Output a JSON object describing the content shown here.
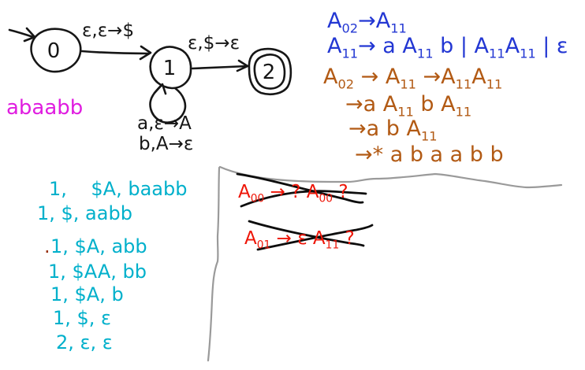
{
  "colors": {
    "blue": "#2337d3",
    "brown": "#b25a14",
    "teal": "#00b0cb",
    "red": "#ee1507",
    "magenta": "#e01de0",
    "gray": "#9a9a9a",
    "black": "#161616",
    "darkdot": "#993311"
  },
  "automaton": {
    "states": [
      {
        "label": "0"
      },
      {
        "label": "1"
      },
      {
        "label": "2"
      }
    ],
    "transitions": [
      {
        "label": "ε,ε→$"
      },
      {
        "label": "ε,$→ε"
      },
      {
        "label": "a,ε→A"
      },
      {
        "label": "b,A→ε"
      }
    ]
  },
  "input_string": "abaabb",
  "grammar": {
    "definition": [
      "A_{02}→A_{11}",
      "A_{11}→ a A_{11} b | A_{11}A_{11} | ε"
    ],
    "derivation": [
      "A_{02} → A_{11} →A_{11}A_{11}",
      "→a A_{11} b A_{11}",
      "→a b A_{11}",
      "→* a b a a b b"
    ]
  },
  "crossed_out": [
    "A_{00} → ? A_{00} ?",
    "A_{01} → ε A_{11} ?"
  ],
  "trace": {
    "stray_dot": ".",
    "lines": [
      "1,    $A, baabb",
      "1, $, aabb",
      "1, $A, abb",
      "1, $AA, bb",
      "1, $A, b",
      "1, $, ε",
      "2, ε, ε"
    ]
  }
}
